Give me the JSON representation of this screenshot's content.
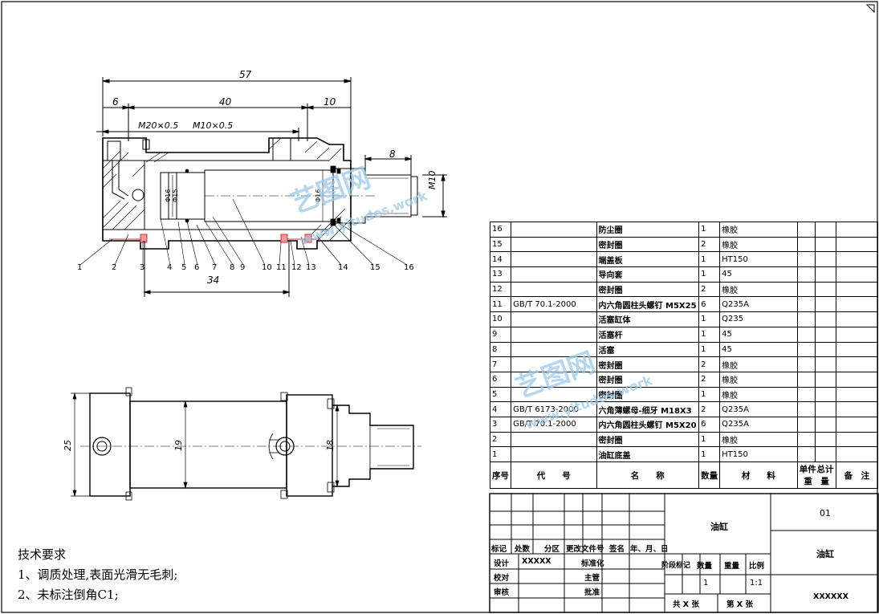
{
  "dimensions": {
    "overall": "57",
    "d6": "6",
    "d40": "40",
    "d10": "10",
    "thread_m20": "M20×0.5",
    "thread_m10x05": "M10×0.5",
    "d8": "8",
    "thread_m10": "M10",
    "d34": "34",
    "phi_a": "Φ16",
    "phi_b": "Φ15",
    "phi_c": "Φ16",
    "side_25": "25",
    "side_19": "19",
    "side_18": "18"
  },
  "balloons": [
    "1",
    "2",
    "3",
    "4",
    "5",
    "6",
    "7",
    "8",
    "9",
    "10",
    "11",
    "12",
    "13",
    "14",
    "15",
    "16"
  ],
  "bom": {
    "rows": [
      {
        "no": "16",
        "code": "",
        "name": "防尘圈",
        "qty": "1",
        "material": "橡胶"
      },
      {
        "no": "15",
        "code": "",
        "name": "密封圈",
        "qty": "2",
        "material": "橡胶"
      },
      {
        "no": "14",
        "code": "",
        "name": "端盖板",
        "qty": "1",
        "material": "HT150"
      },
      {
        "no": "13",
        "code": "",
        "name": "导向套",
        "qty": "1",
        "material": "45"
      },
      {
        "no": "12",
        "code": "",
        "name": "密封圈",
        "qty": "2",
        "material": "橡胶"
      },
      {
        "no": "11",
        "code": "GB/T 70.1-2000",
        "name": "内六角圆柱头螺钉 M5X25",
        "qty": "6",
        "material": "Q235A"
      },
      {
        "no": "10",
        "code": "",
        "name": "活塞缸体",
        "qty": "1",
        "material": "Q235"
      },
      {
        "no": "9",
        "code": "",
        "name": "活塞杆",
        "qty": "1",
        "material": "45"
      },
      {
        "no": "8",
        "code": "",
        "name": "活塞",
        "qty": "1",
        "material": "45"
      },
      {
        "no": "7",
        "code": "",
        "name": "密封圈",
        "qty": "2",
        "material": "橡胶"
      },
      {
        "no": "6",
        "code": "",
        "name": "密封圈",
        "qty": "2",
        "material": "橡胶"
      },
      {
        "no": "5",
        "code": "",
        "name": "密封圈",
        "qty": "1",
        "material": "橡胶"
      },
      {
        "no": "4",
        "code": "GB/T 6173-2000",
        "name": "六角薄螺母-细牙 M18X3",
        "qty": "2",
        "material": "Q235A"
      },
      {
        "no": "3",
        "code": "GB/T 70.1-2000",
        "name": "内六角圆柱头螺钉 M5X20",
        "qty": "6",
        "material": "Q235A"
      },
      {
        "no": "2",
        "code": "",
        "name": "密封圈",
        "qty": "1",
        "material": "橡胶"
      },
      {
        "no": "1",
        "code": "",
        "name": "油缸底盖",
        "qty": "1",
        "material": "HT150"
      }
    ],
    "header": {
      "no": "序号",
      "code": "代　　号",
      "name": "名　　称",
      "qty": "数量",
      "material": "材　　料",
      "unit": "单件",
      "total": "总计",
      "weight": "重　量",
      "note": "备　注"
    }
  },
  "title_block": {
    "drawing_name": "油缸",
    "drawing_no": "01",
    "company": "XXXXXX",
    "rev_headers": [
      "标记",
      "处数",
      "分区",
      "更改文件号",
      "签名",
      "年、月、日"
    ],
    "design_label": "设计",
    "design_name": "XXXXX",
    "standard_label": "标准化",
    "check_label": "校对",
    "chief_label": "主管",
    "review_label": "审核",
    "approve_label": "批准",
    "stage_label": "阶段标记",
    "weight_label": "重量",
    "scale_label": "比例",
    "qty_value": "1",
    "scale_value": "1:1",
    "sheets": "共 X 张",
    "sheet": "第 X 张"
  },
  "tech": {
    "title": "技术要求",
    "line1": "1、调质处理,表面光滑无毛刺;",
    "line2": "2、未标注倒角C1;"
  },
  "watermark": {
    "brand": "艺图网",
    "url": "www.yitudes.work"
  }
}
